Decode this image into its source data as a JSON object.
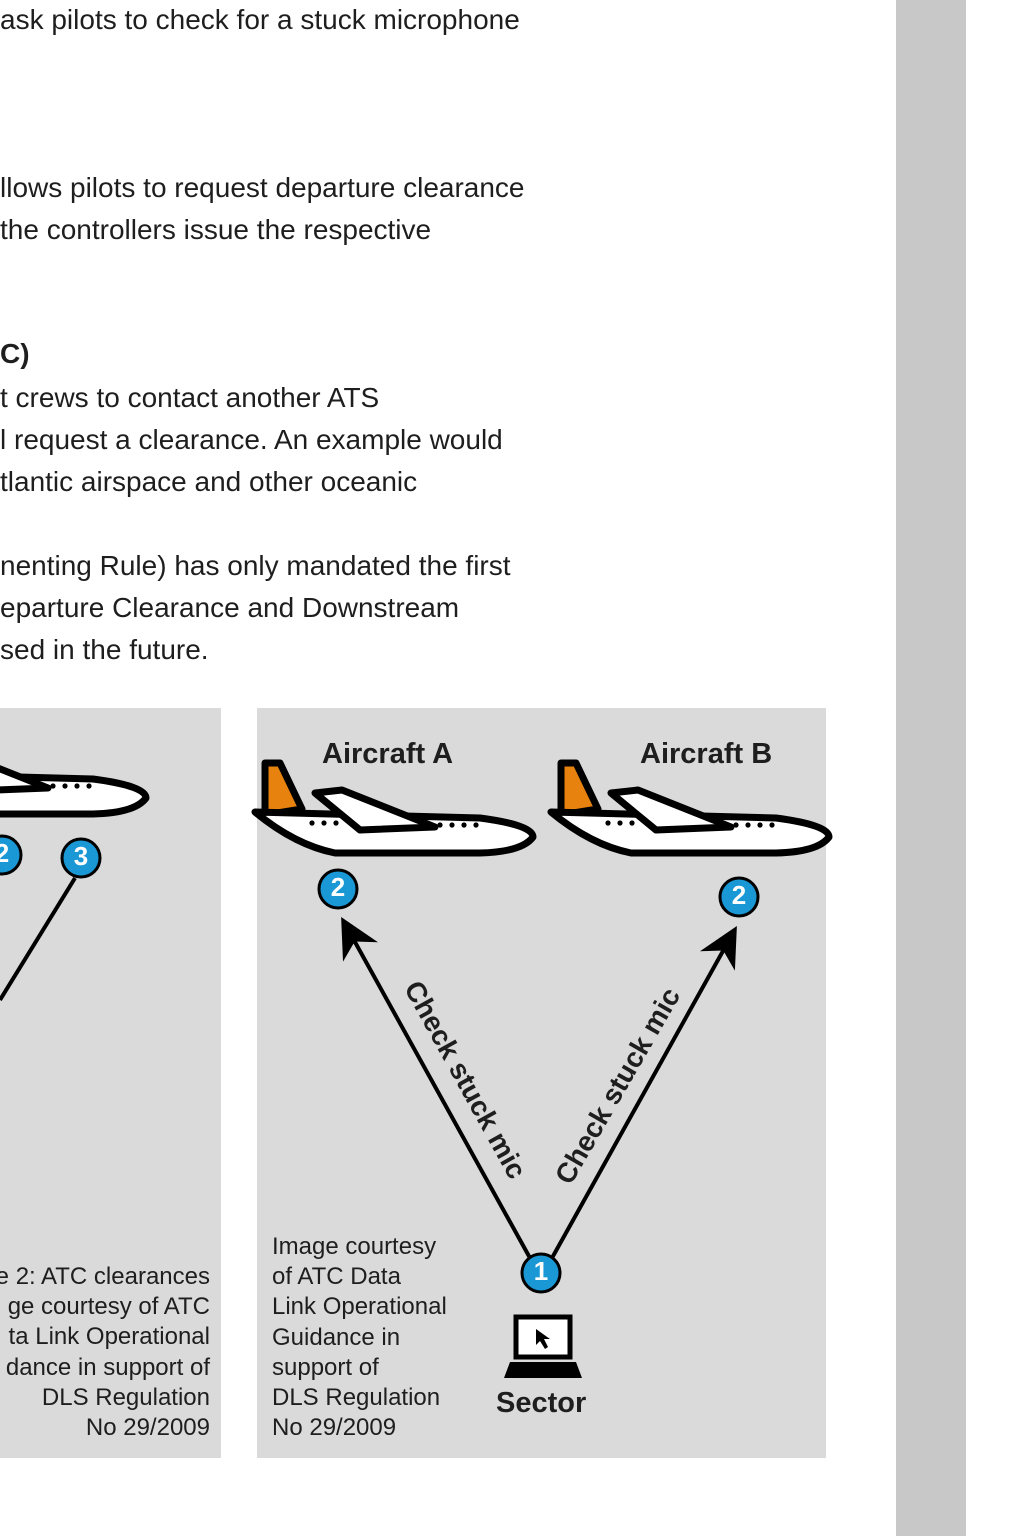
{
  "body_text": {
    "line1": "ask pilots to check for a stuck microphone",
    "line2": "llows pilots to request departure clearance",
    "line3": "the controllers issue the respective",
    "heading": "C)",
    "line4": "t crews to contact another ATS",
    "line5": "l request a clearance. An example would",
    "line6": "tlantic airspace and other oceanic",
    "line7": "nenting Rule) has only mandated the first",
    "line8": "eparture Clearance and Downstream",
    "line9": "sed in the future."
  },
  "figure_left": {
    "badges": [
      "2",
      "3"
    ],
    "caption": [
      "e 2: ATC clearances",
      "ge courtesy of ATC",
      "ta Link Operational",
      "dance in support of",
      "DLS Regulation",
      "No 29/2009"
    ]
  },
  "figure_right": {
    "aircraft_a": "Aircraft A",
    "aircraft_b": "Aircraft B",
    "badge_a": "2",
    "badge_b": "2",
    "badge_sector": "1",
    "arrow_label_left": "Check stuck mic",
    "arrow_label_right": "Check stuck mic",
    "sector_label": "Sector",
    "caption": [
      "Image courtesy",
      "of ATC Data",
      "Link Operational",
      "Guidance in",
      "support of",
      "DLS Regulation",
      "No 29/2009"
    ]
  },
  "colors": {
    "panel": "#dadada",
    "badge": "#1a98d5",
    "tail": "#e8820e",
    "sidebar": "#c8c8c8"
  }
}
